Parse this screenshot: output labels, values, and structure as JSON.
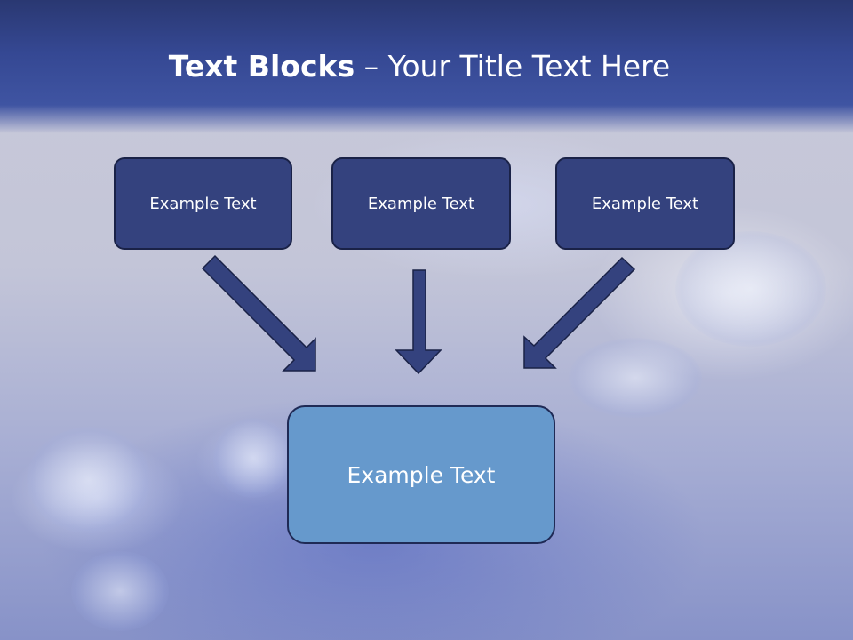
{
  "slide": {
    "title_bold": "Text Blocks",
    "title_dash": " – ",
    "title_rest": "Your Title Text Here"
  },
  "boxes": {
    "top_left": "Example Text",
    "top_center": "Example Text",
    "top_right": "Example Text",
    "bottom": "Example Text"
  },
  "colors": {
    "header": "#354893",
    "top_box_fill": "#34427e",
    "bottom_box_fill": "#6699cc",
    "arrow_fill": "#34427e"
  }
}
